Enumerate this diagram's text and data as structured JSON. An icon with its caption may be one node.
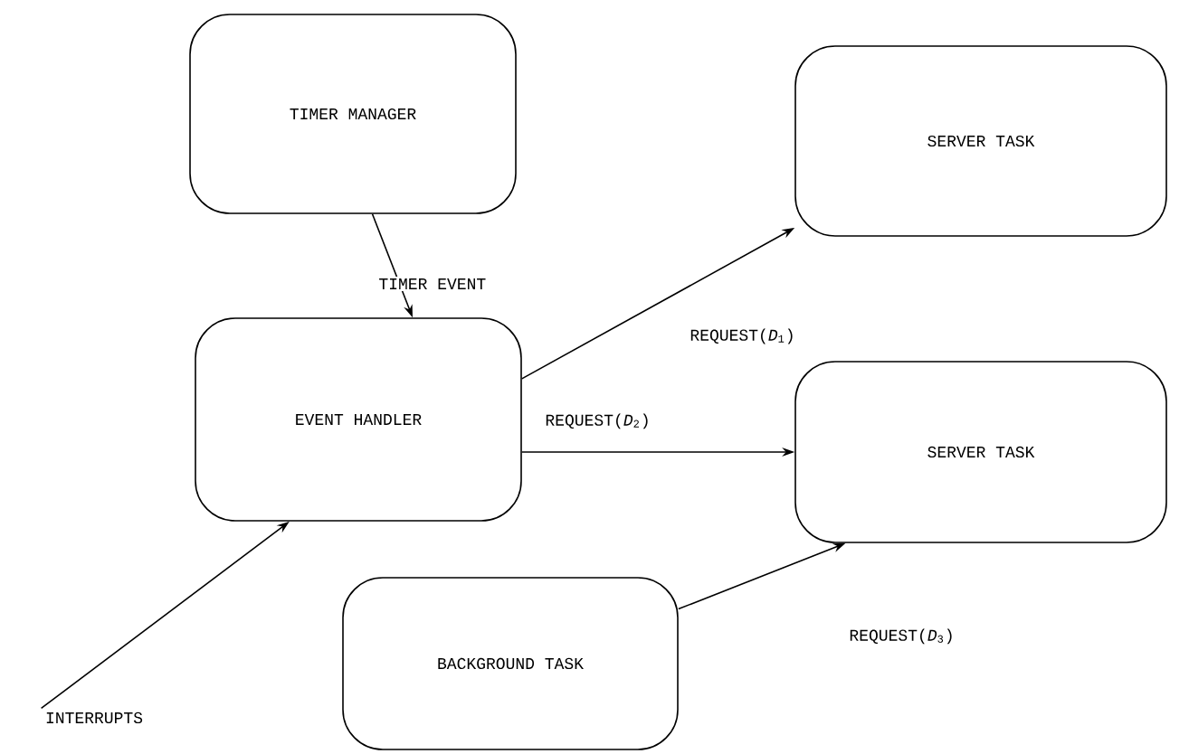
{
  "diagram": {
    "nodes": [
      {
        "text": [
          "TIMER MANAGER"
        ]
      },
      {
        "text": [
          "EVENT HANDLER"
        ]
      },
      {
        "text": [
          "SERVER TASK"
        ]
      },
      {
        "text": [
          "SERVER TASK"
        ]
      },
      {
        "text": [
          "BACKGROUND TASK"
        ]
      },
      {
        "text": [
          "INTERRUPTS"
        ]
      }
    ],
    "edges": [
      {
        "from": 0,
        "to": 1,
        "arrow": "to",
        "label": "TIMER EVENT"
      },
      {
        "from": 1,
        "to": 2,
        "arrow": "to",
        "label": "REQUEST(*D*$_{1}$)"
      },
      {
        "from": 1,
        "to": 3,
        "arrow": "to",
        "label": "REQUEST(*D*$_{2}$)"
      },
      {
        "from": 4,
        "to": 3,
        "arrow": "to",
        "label": "REQUEST(*D*$_{3}$)"
      },
      {
        "from": 5,
        "to": 1,
        "arrow": "to"
      }
    ]
  }
}
